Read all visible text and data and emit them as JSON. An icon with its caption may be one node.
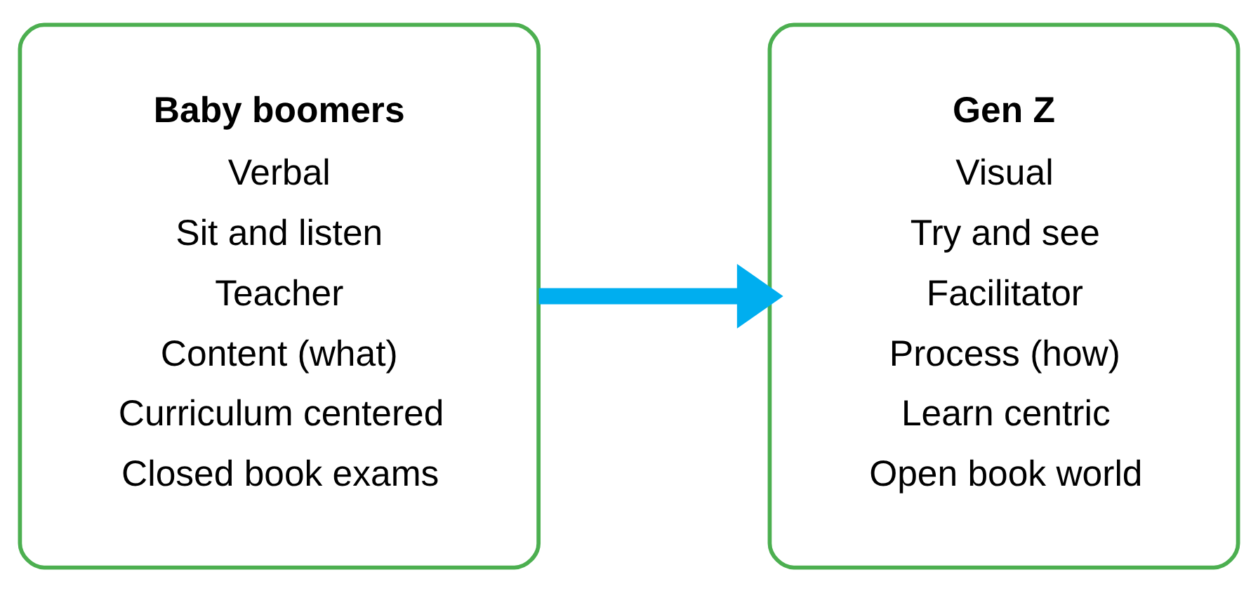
{
  "diagram": {
    "nodes": [
      {
        "text": [
          "Baby boomers",
          "Verbal",
          "Sit and listen",
          "Teacher",
          "Content (what)",
          "Curriculum centered",
          "Closed book exams"
        ]
      },
      {
        "text": [
          "Gen Z",
          "Visual",
          "Try and see",
          "Facilitator",
          "Process (how)",
          "Learn centric",
          "Open book world"
        ]
      }
    ],
    "edges": [
      {
        "from": 0,
        "to": 1,
        "arrow": "to"
      }
    ]
  }
}
